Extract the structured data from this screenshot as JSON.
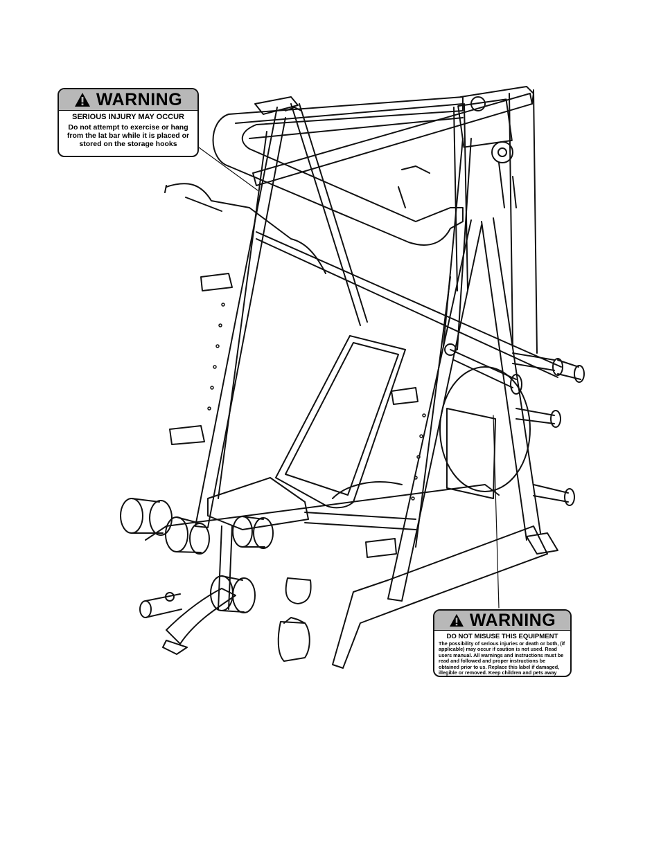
{
  "warning_labels": [
    {
      "title": "WARNING",
      "subtitle": "SERIOUS INJURY MAY OCCUR",
      "body": "Do not attempt to exercise or hang from the lat bar while it is placed or stored on the storage hooks"
    },
    {
      "title": "WARNING",
      "subtitle": "DO NOT MISUSE THIS EQUIPMENT",
      "body": "The possibility of serious injuries or death or both, (if applicable) may occur if caution is not used. Read users manual. All warnings and instructions must be read and followed and proper instructions be obtained prior to us. Replace this label if damaged, illegible or removed. Keep children and pets away from this equipment."
    }
  ],
  "icons": {
    "warning_triangle": "warning-triangle-icon"
  }
}
